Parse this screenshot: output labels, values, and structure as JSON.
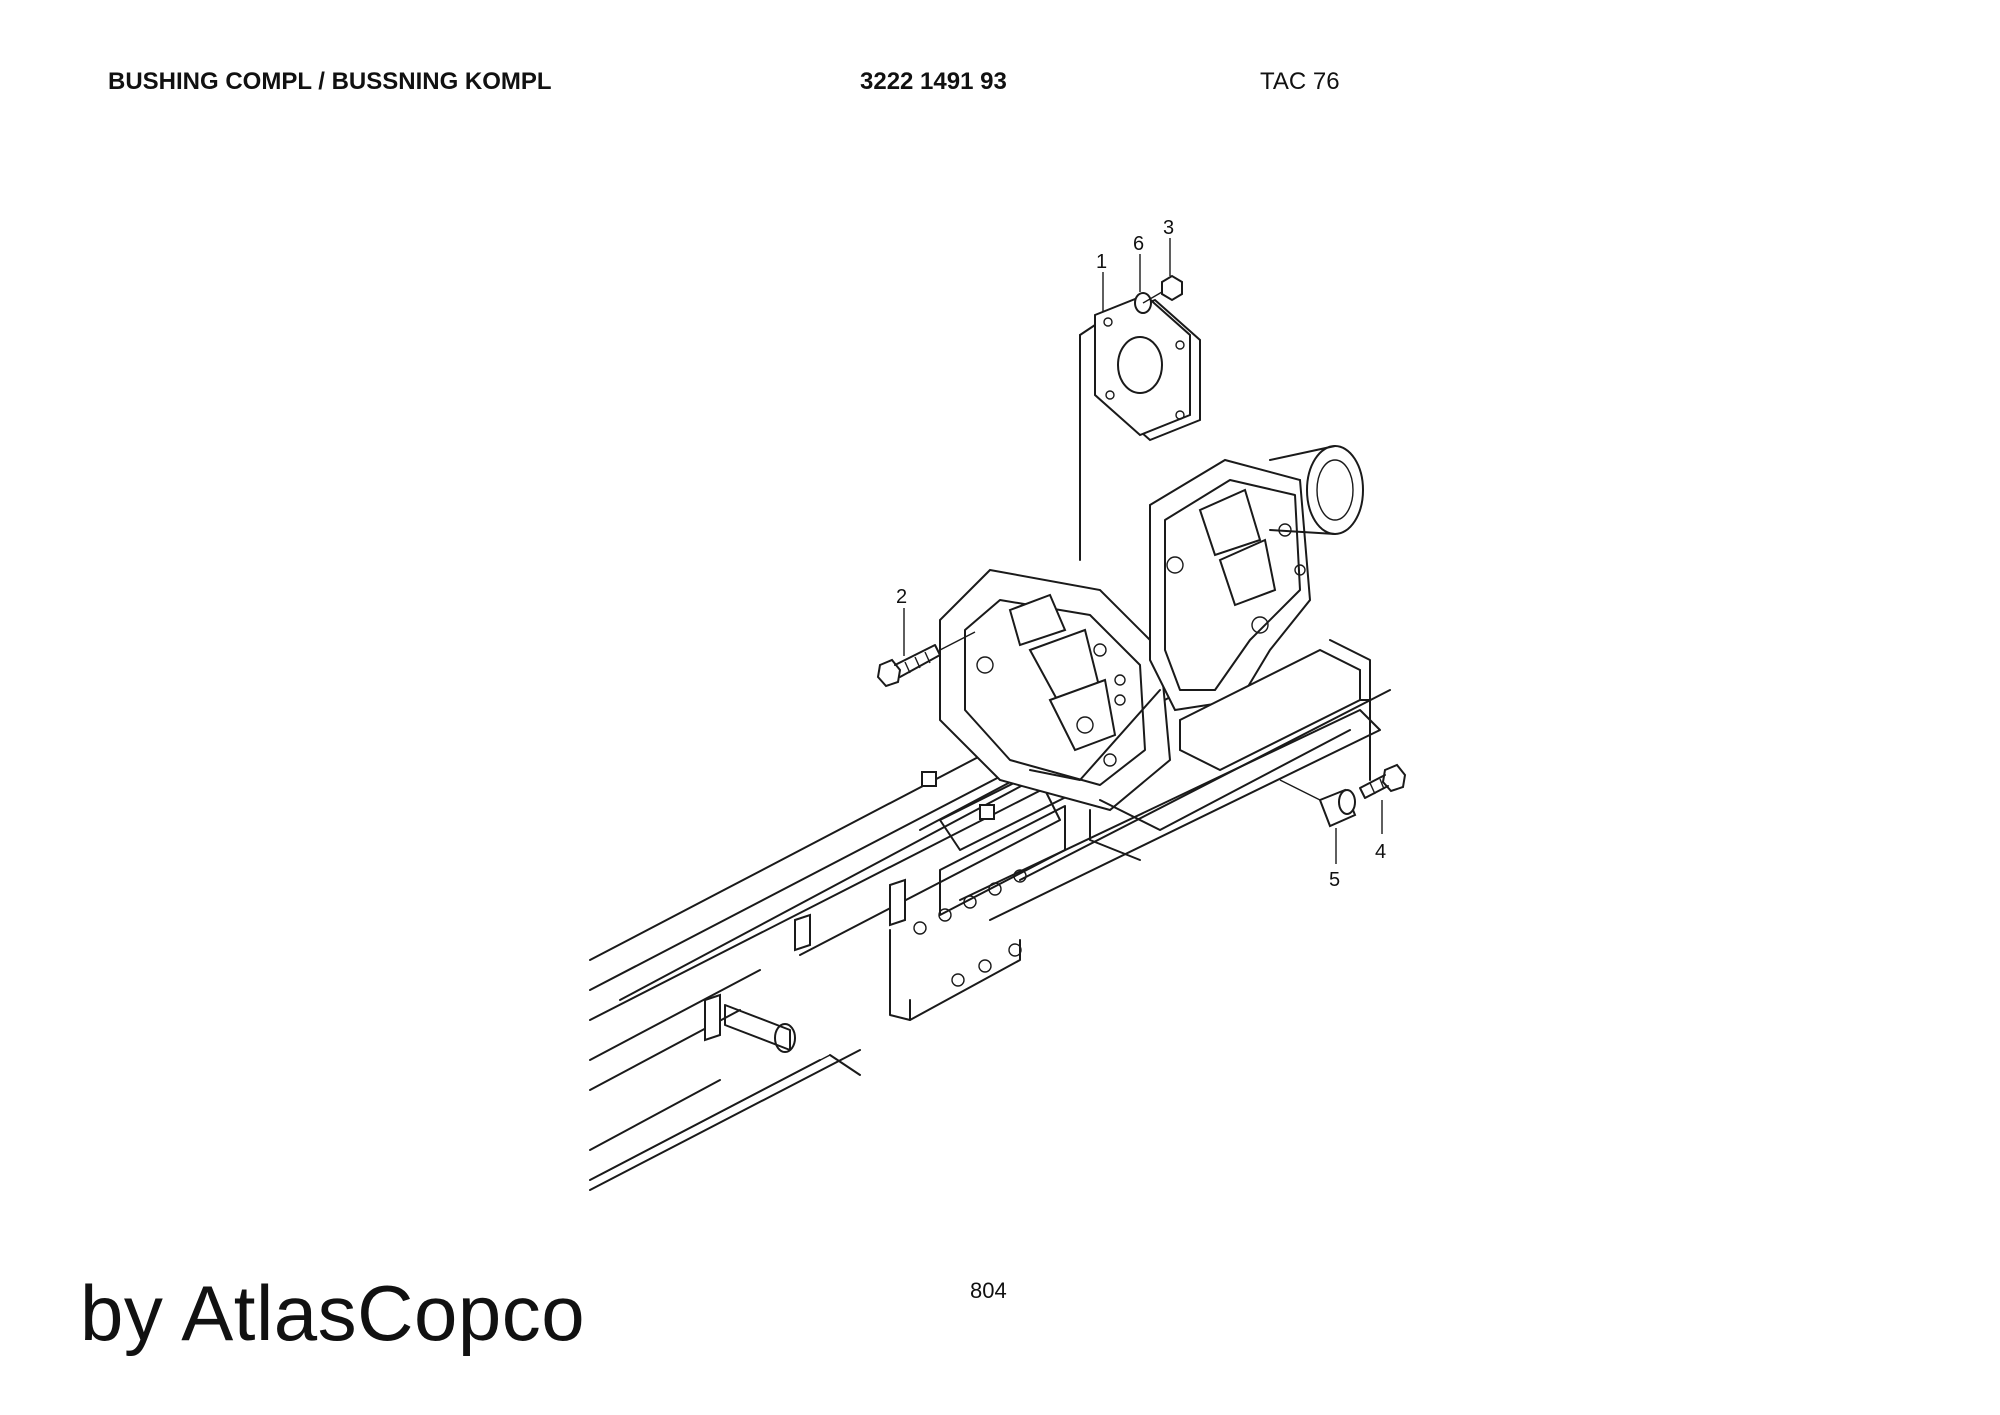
{
  "header": {
    "title": "BUSHING COMPL / BUSSNING KOMPL",
    "part_number": "3222 1491 93",
    "model": "TAC 76"
  },
  "callouts": [
    {
      "label": "1",
      "part": "plate"
    },
    {
      "label": "2",
      "part": "bolt"
    },
    {
      "label": "3",
      "part": "nut"
    },
    {
      "label": "4",
      "part": "bolt"
    },
    {
      "label": "5",
      "part": "bushing"
    },
    {
      "label": "6",
      "part": "washer"
    }
  ],
  "footer": {
    "page_number": "804",
    "brand": "by AtlasCopco"
  }
}
